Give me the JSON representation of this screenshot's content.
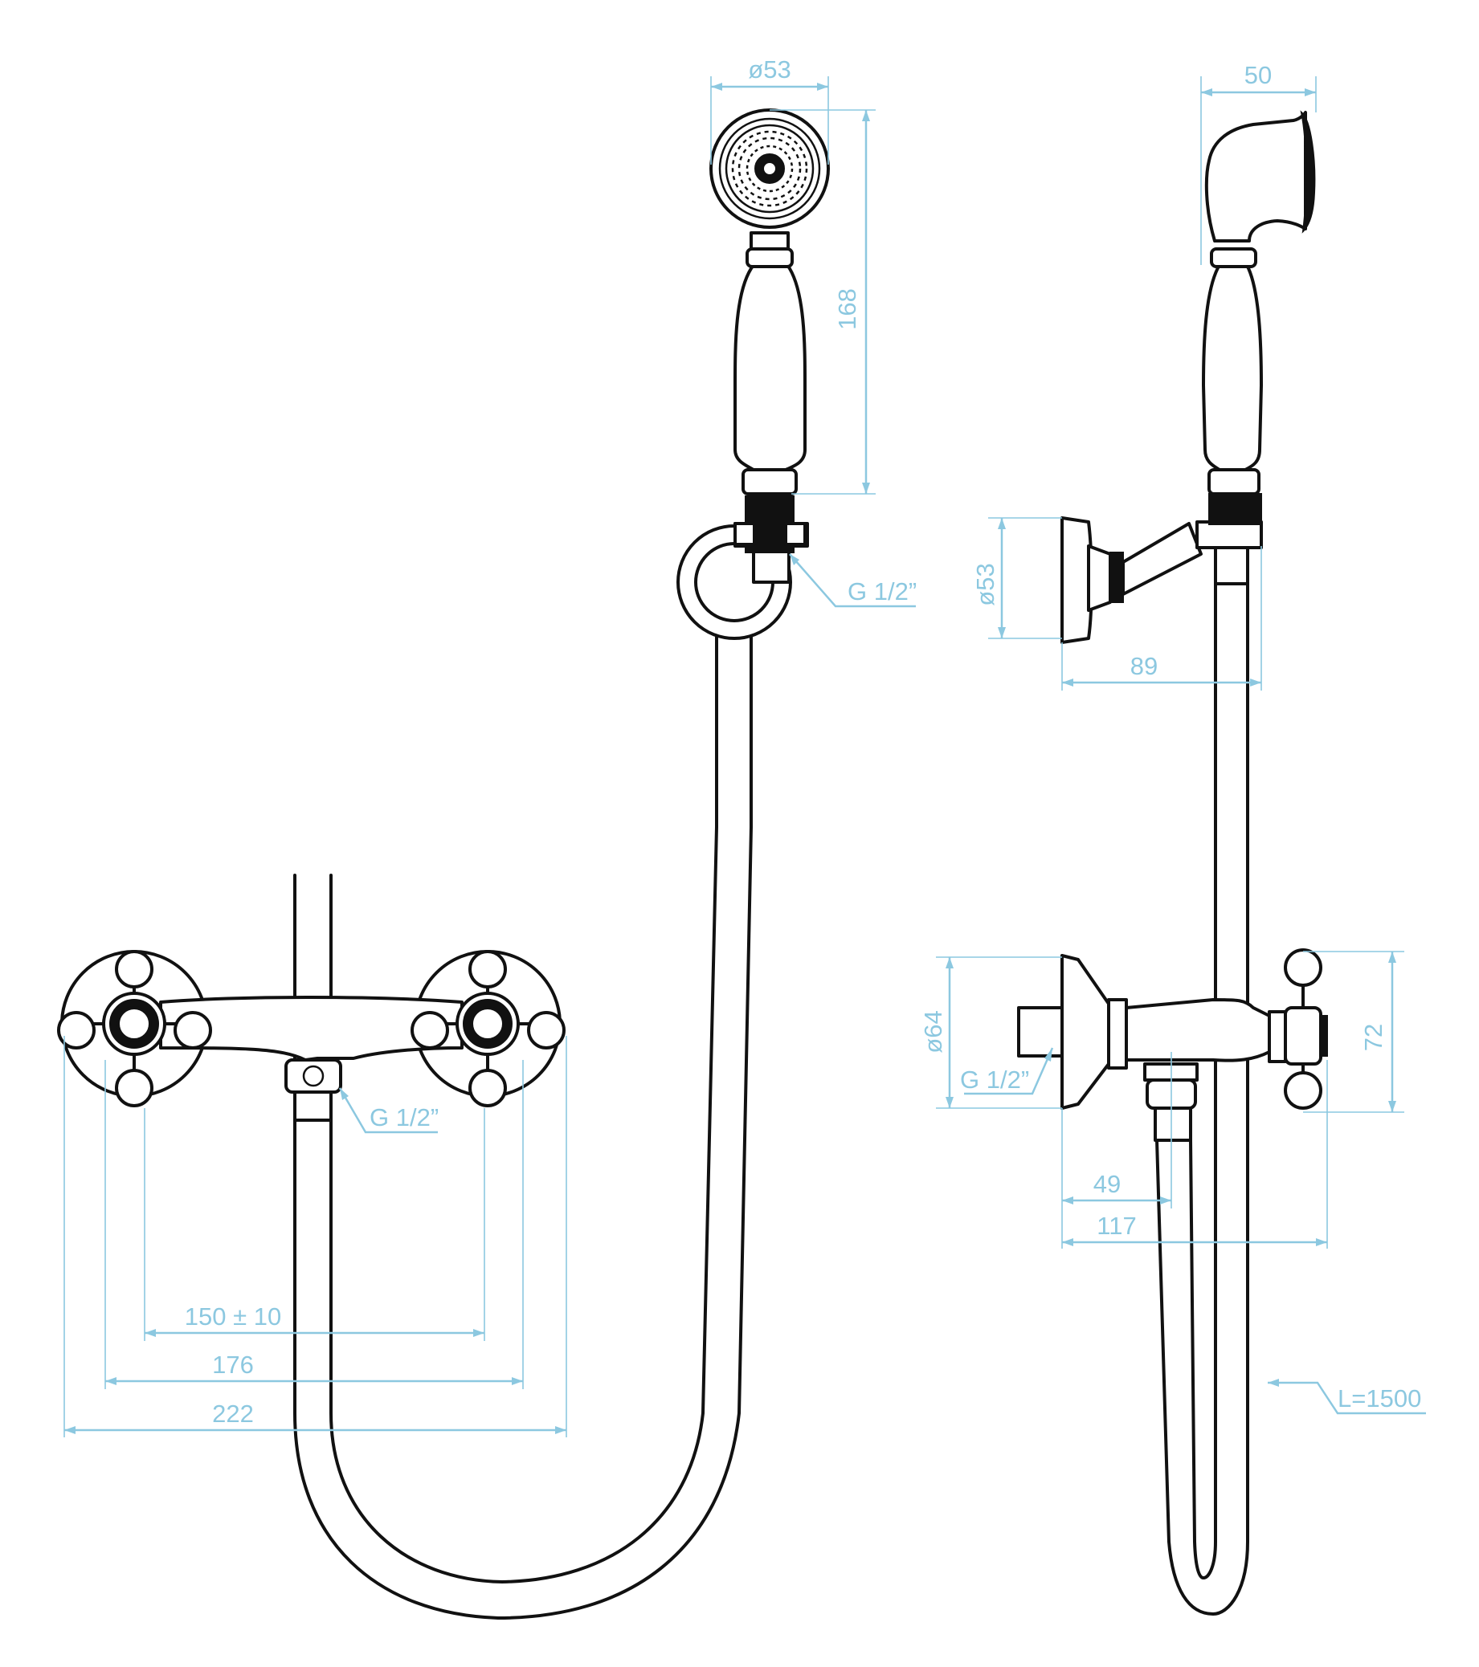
{
  "colors": {
    "dimension": "#8cc8e0",
    "outline": "#111111",
    "background": "#ffffff"
  },
  "front_view": {
    "handshower_head_diameter": "ø53",
    "handshower_length": "168",
    "holder_thread": "G 1/2”",
    "outlet_thread": "G 1/2”",
    "centers": "150 ± 10",
    "outer_escutcheon_span": "176",
    "overall_width": "222"
  },
  "side_view": {
    "head_depth": "50",
    "holder_flange_diameter": "ø53",
    "holder_projection": "89",
    "mixer_flange_diameter": "ø64",
    "mixer_thread": "G 1/2”",
    "handle_height": "72",
    "outlet_projection": "49",
    "overall_projection": "117",
    "hose_length": "L=1500"
  }
}
